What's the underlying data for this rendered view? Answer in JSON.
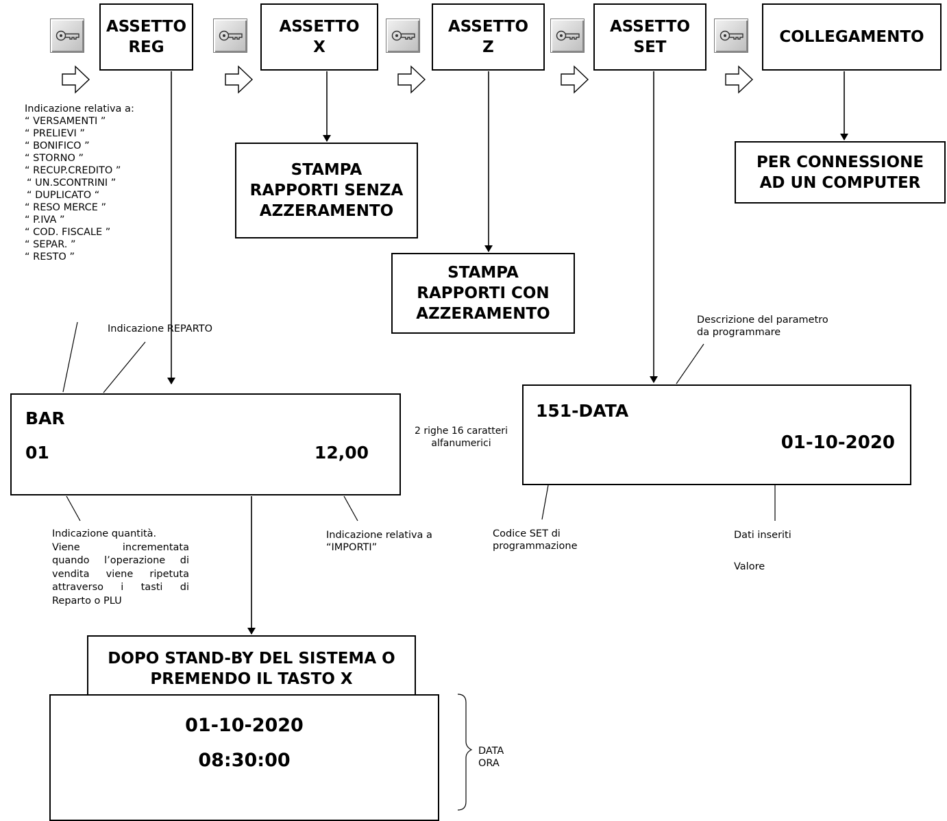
{
  "modes": [
    {
      "line1": "ASSETTO",
      "line2": "REG"
    },
    {
      "line1": "ASSETTO",
      "line2": "X"
    },
    {
      "line1": "ASSETTO",
      "line2": "Z"
    },
    {
      "line1": "ASSETTO",
      "line2": "SET"
    },
    {
      "line1": "COLLEGAMENTO",
      "line2": ""
    }
  ],
  "icons": [
    "key-icon",
    "arrow-right-outline-icon"
  ],
  "boxes": {
    "stampa_x": [
      "STAMPA",
      "RAPPORTI SENZA",
      "AZZERAMENTO"
    ],
    "stampa_z": [
      "STAMPA",
      "RAPPORTI CON",
      "AZZERAMENTO"
    ],
    "connessione": [
      "PER CONNESSIONE",
      "AD UN COMPUTER"
    ],
    "standby": [
      "DOPO STAND-BY DEL SISTEMA O",
      "PREMENDO IL TASTO X"
    ]
  },
  "reg_notes": {
    "header": "Indicazione relativa a:",
    "items": [
      "“ VERSAMENTI ”",
      "“ PRELIEVI ”",
      "“ BONIFICO ”",
      "“ STORNO ”",
      "“ RECUP.CREDITO ”",
      " “ UN.SCONTRINI ”",
      " “ DUPLICATO “",
      "“ RESO MERCE ”",
      "“ P.IVA ”",
      "“ COD. FISCALE ”",
      "“ SEPAR. ”",
      "“ RESTO ”"
    ],
    "reparto": "Indicazione REPARTO"
  },
  "display_reg": {
    "row1": "BAR",
    "qty": "01",
    "amount": "12,00"
  },
  "display_size": [
    "2 righe 16 caratteri",
    "alfanumerici"
  ],
  "qty_note": [
    "Indicazione quantità.",
    "Viene incrementata",
    "quando l’operazione di",
    "vendita viene ripetuta",
    "attraverso i tasti di",
    "Reparto o PLU"
  ],
  "importi_note": [
    "Indicazione relativa a",
    "“IMPORTI”"
  ],
  "set_notes": {
    "descr": [
      "Descrizione del parametro",
      "da programmare"
    ],
    "codice": [
      "Codice SET di",
      "programmazione"
    ],
    "dati": "Dati inseriti",
    "valore": "Valore"
  },
  "display_set": {
    "row1": "151-DATA",
    "value": "01-10-2020"
  },
  "display_clock": {
    "date": "01-10-2020",
    "time": "08:30:00"
  },
  "clock_labels": [
    "DATA",
    "ORA"
  ]
}
